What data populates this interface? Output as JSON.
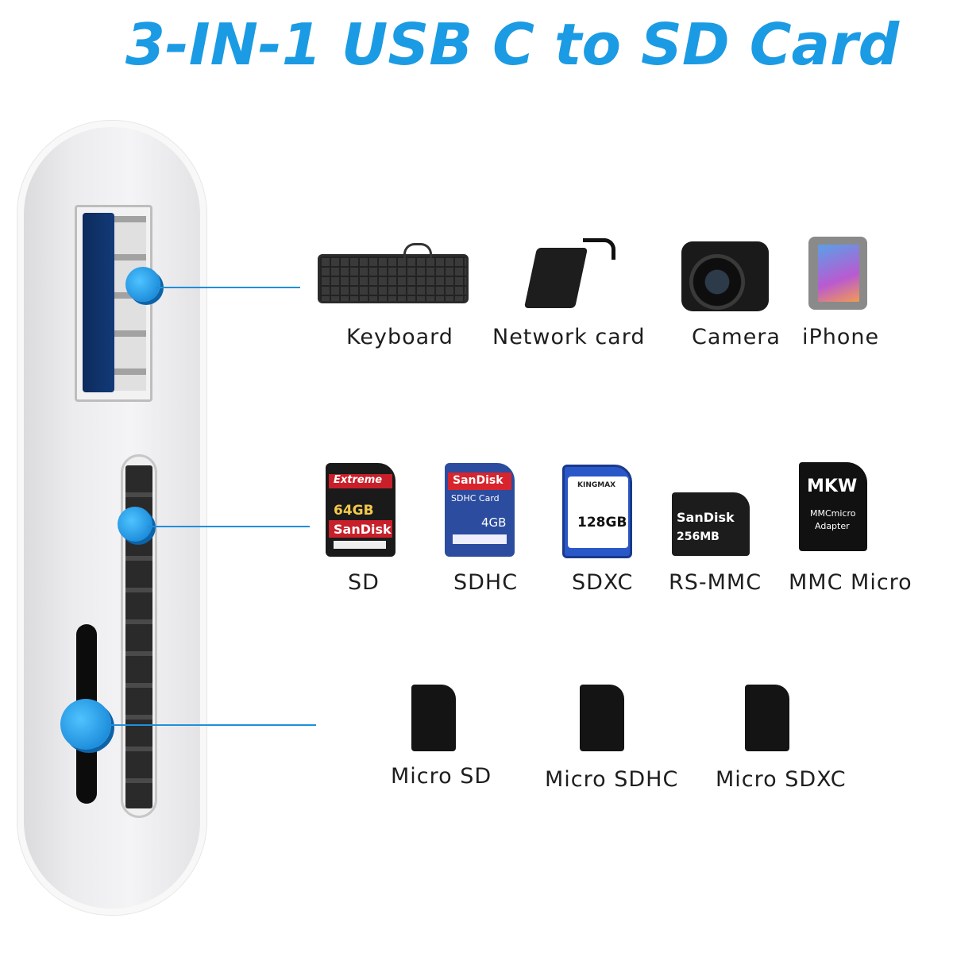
{
  "title": "3-IN-1 USB C to SD Card",
  "usb_devices": [
    {
      "label": "Keyboard",
      "icon": "keyboard-icon"
    },
    {
      "label": "Network card",
      "icon": "network-card-icon"
    },
    {
      "label": "Camera",
      "icon": "camera-icon"
    },
    {
      "label": "iPhone",
      "icon": "iphone-icon"
    }
  ],
  "sd_cards": [
    {
      "label": "SD",
      "icon": "sd-card-icon"
    },
    {
      "label": "SDHC",
      "icon": "sdhc-card-icon"
    },
    {
      "label": "SDXC",
      "icon": "sdxc-card-icon"
    },
    {
      "label": "RS-MMC",
      "icon": "rs-mmc-card-icon"
    },
    {
      "label": "MMC Micro",
      "icon": "mmc-micro-card-icon"
    }
  ],
  "micro_cards": [
    {
      "label": "Micro SD",
      "icon": "micro-sd-card-icon"
    },
    {
      "label": "Micro SDHC",
      "icon": "micro-sdhc-card-icon"
    },
    {
      "label": "Micro SDXC",
      "icon": "micro-sdxc-card-icon"
    }
  ],
  "card_prints": {
    "sd_brand_top": "Extreme",
    "sd_capacity": "64GB",
    "sd_brand": "SanDisk",
    "sdhc_brand": "SanDisk",
    "sdhc_type": "SDHC Card",
    "sdhc_capacity": "4GB",
    "sdxc_brand": "KINGMAX",
    "sdxc_capacity": "128GB",
    "rsmmc_brand": "SanDisk",
    "rsmmc_capacity": "256MB",
    "mmc_brand": "MKW",
    "mmc_line1": "MMCmicro",
    "mmc_line2": "Adapter"
  },
  "colors": {
    "accent": "#1b9be3",
    "dot": "#1f8fdc"
  }
}
